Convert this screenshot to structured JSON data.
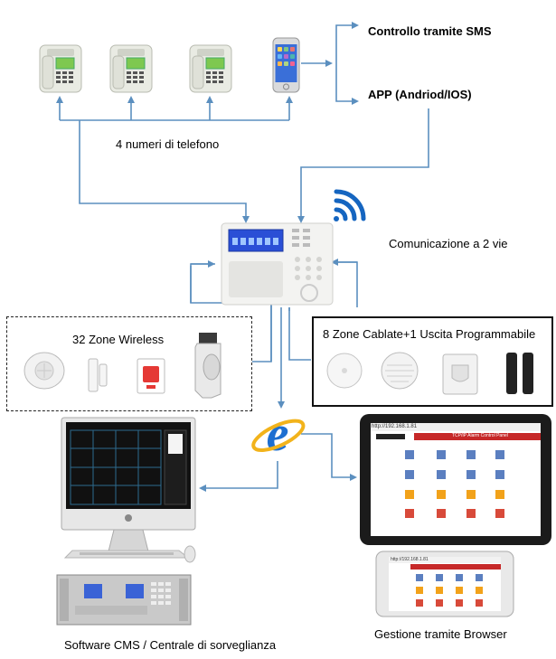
{
  "labels": {
    "sms": "Controllo tramite SMS",
    "app": "APP (Andriod/IOS)",
    "phones": "4 numeri di telefono",
    "comm": "Comunicazione a 2 vie",
    "wireless_zones": "32 Zone Wireless",
    "wired_zones": "8 Zone Cablate+1 Uscita Programmabile",
    "cms": "Software CMS / Centrale di sorveglianza",
    "browser": "Gestione tramite Browser"
  },
  "screens": {
    "tablet_url": "http://192.168.1.81",
    "tablet_header": "TCP/IP Alarm Control Panel",
    "phone_url": "http://192.168.1.81"
  },
  "colors": {
    "connector": "#5b8fbf",
    "wifi": "#1565c0",
    "panel_lcd": "#2a4fd6",
    "ie_blue": "#1e6fd0",
    "ie_ring": "#f2b31b",
    "tablet_header": "#c62828"
  }
}
